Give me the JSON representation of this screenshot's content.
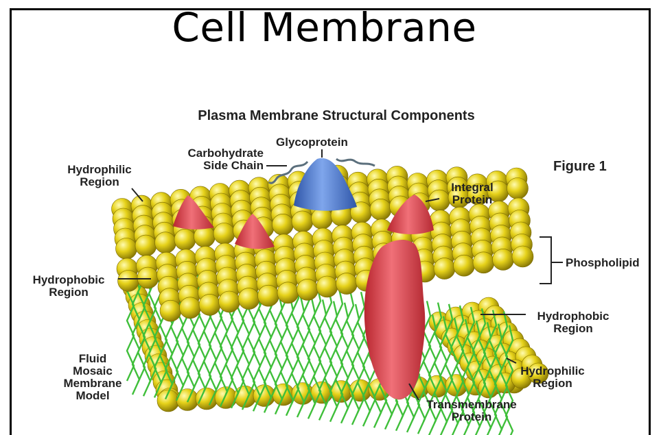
{
  "slide": {
    "title": "Cell Membrane"
  },
  "figure": {
    "heading": "Plasma Membrane Structural Components",
    "figure_label": "Figure 1",
    "labels": {
      "glycoprotein": "Glycoprotein",
      "carbohydrate": [
        "Carbohydrate",
        "Side Chain"
      ],
      "hydrophilic_top": [
        "Hydrophilic",
        "Region"
      ],
      "integral_protein": [
        "Integral",
        "Protein"
      ],
      "phospholipid": "Phospholipid",
      "hydrophobic_left": [
        "Hydrophobic",
        "Region"
      ],
      "hydrophobic_right": [
        "Hydrophobic",
        "Region"
      ],
      "hydrophilic_bottom": [
        "Hydrophilic",
        "Region"
      ],
      "transmembrane": [
        "Transmembrane",
        "Protein"
      ],
      "model_name": [
        "Fluid",
        "Mosaic",
        "Membrane",
        "Model"
      ]
    },
    "colors": {
      "phospholipid_head": "#e6d21a",
      "fatty_acid_tail": "#3fbf3a",
      "integral_protein": "#e0454f",
      "glycoprotein": "#4f7fd6"
    }
  }
}
